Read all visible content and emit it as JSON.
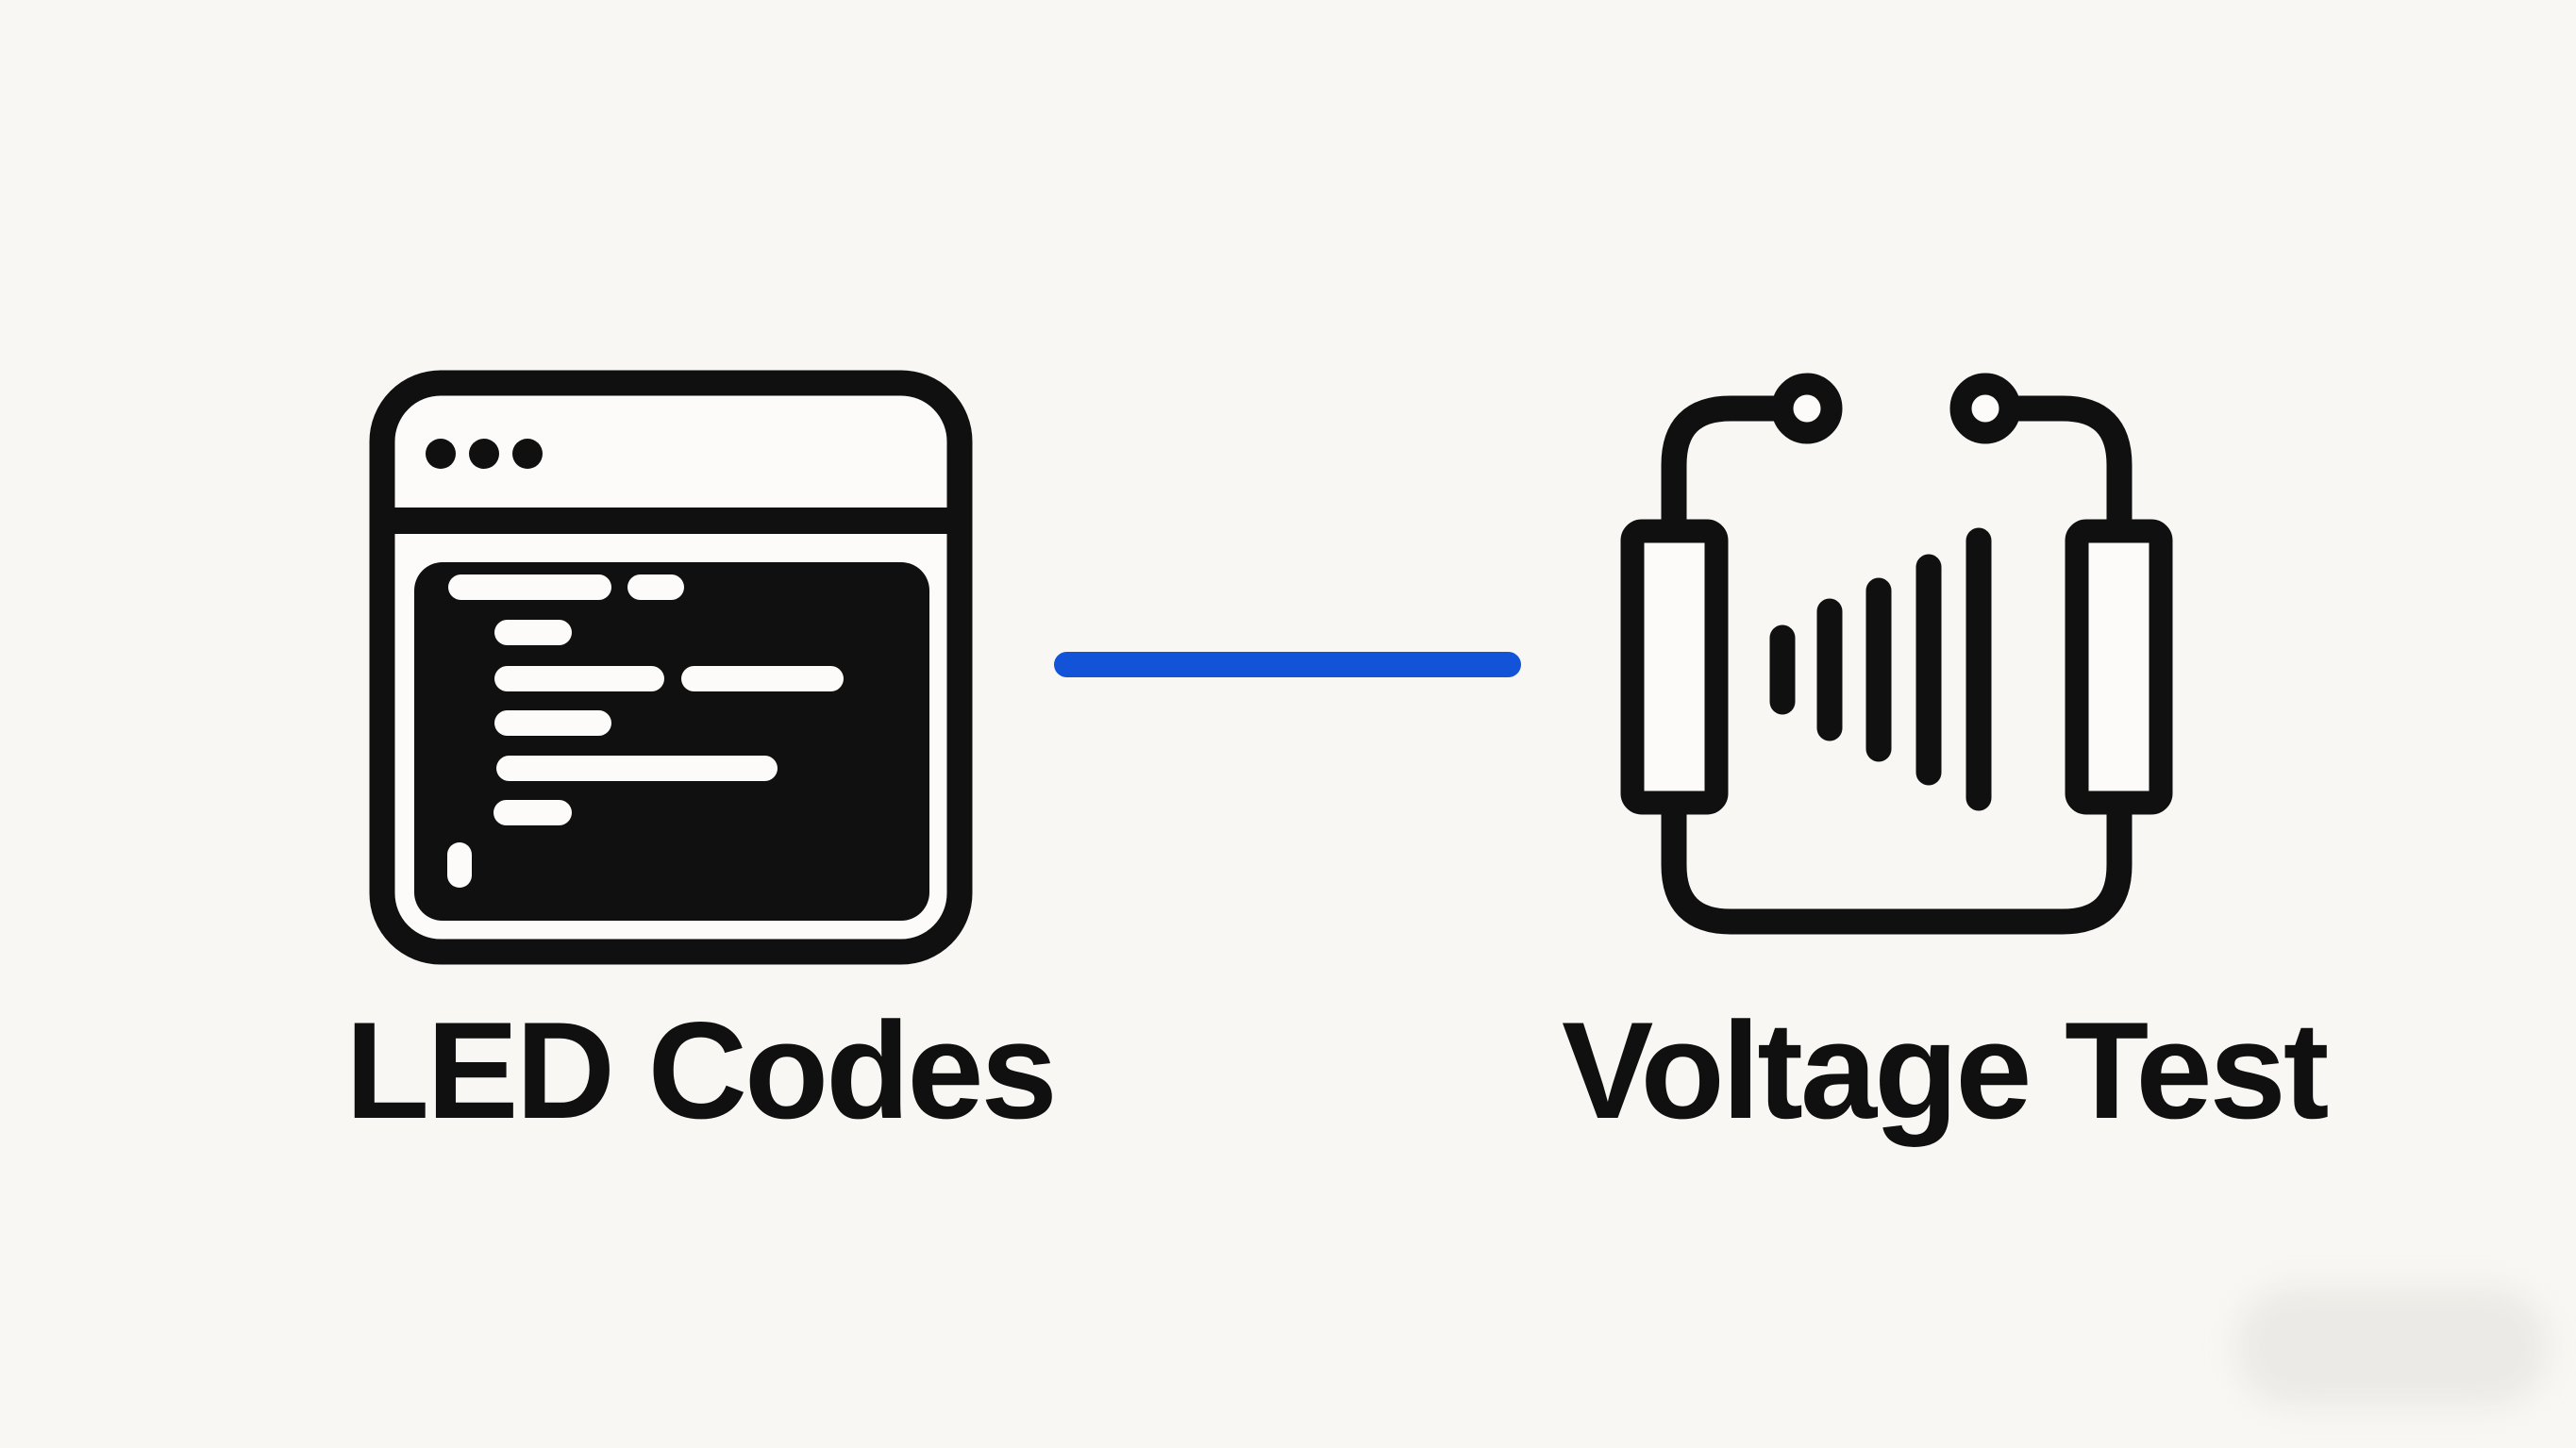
{
  "diagram": {
    "nodes": [
      {
        "id": "led-codes",
        "label": "LED Codes",
        "icon": "terminal-window-icon"
      },
      {
        "id": "voltage-test",
        "label": "Voltage Test",
        "icon": "voltage-meter-icon"
      }
    ],
    "connector": {
      "style": "solid-rounded-line",
      "color": "#1353d8"
    }
  },
  "colors": {
    "background": "#f8f7f4",
    "paper": "#fcfbf9",
    "ink": "#101010",
    "accent": "#1353d8"
  }
}
